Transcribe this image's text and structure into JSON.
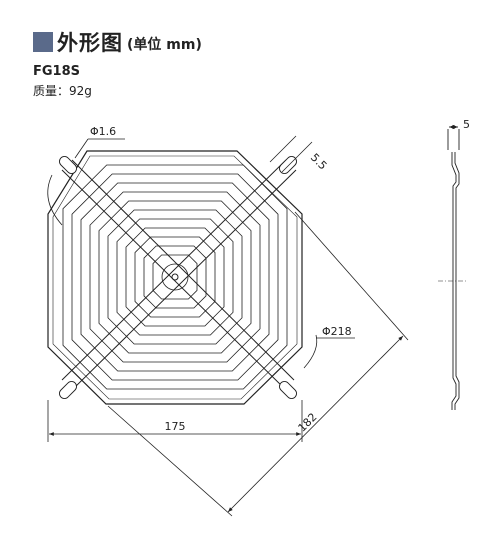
{
  "header": {
    "title": "外形图",
    "unit": "(单位 mm)",
    "accent_color": "#5a6a8a"
  },
  "model": "FG18S",
  "mass": "质量：92g",
  "dimensions": {
    "wire_diameter": "Φ1.6",
    "slot_width": "5.5",
    "ring_diameter": "Φ218",
    "width": "175",
    "diagonal": "182",
    "depth": "5"
  }
}
